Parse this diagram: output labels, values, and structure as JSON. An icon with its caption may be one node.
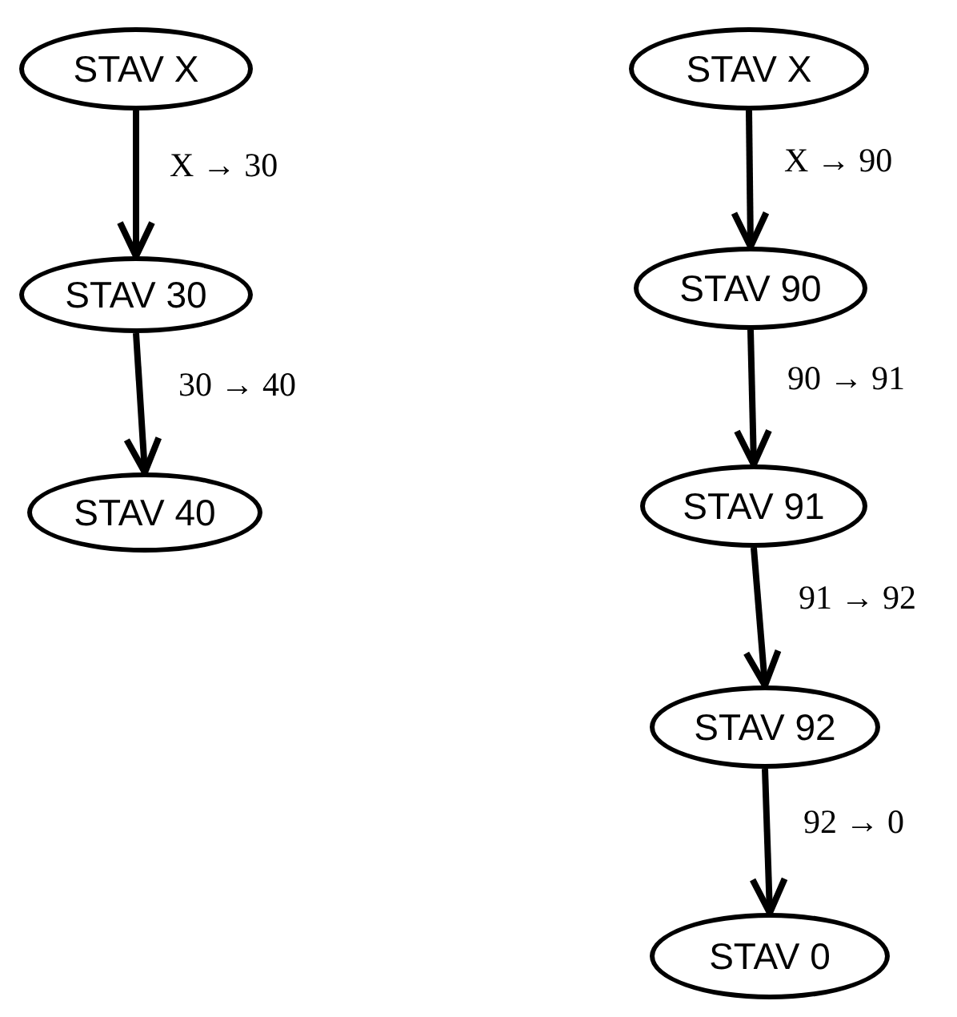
{
  "diagram": {
    "nodes": [
      {
        "text": [
          "STAV X"
        ]
      },
      {
        "text": [
          "STAV 30"
        ]
      },
      {
        "text": [
          "STAV 40"
        ]
      },
      {
        "text": [
          "STAV X"
        ]
      },
      {
        "text": [
          "STAV 90"
        ]
      },
      {
        "text": [
          "STAV 91"
        ]
      },
      {
        "text": [
          "STAV 92"
        ]
      },
      {
        "text": [
          "STAV 0"
        ]
      }
    ],
    "edges": [
      {
        "from": 0,
        "to": 1,
        "arrow": "to",
        "label": "X → 30"
      },
      {
        "from": 1,
        "to": 2,
        "arrow": "to",
        "label": "30 → 40"
      },
      {
        "from": 3,
        "to": 4,
        "arrow": "to",
        "label": "X → 90"
      },
      {
        "from": 4,
        "to": 5,
        "arrow": "to",
        "label": "90 → 91"
      },
      {
        "from": 5,
        "to": 6,
        "arrow": "to",
        "label": "91 → 92"
      },
      {
        "from": 6,
        "to": 7,
        "arrow": "to",
        "label": "92 → 0"
      }
    ]
  }
}
